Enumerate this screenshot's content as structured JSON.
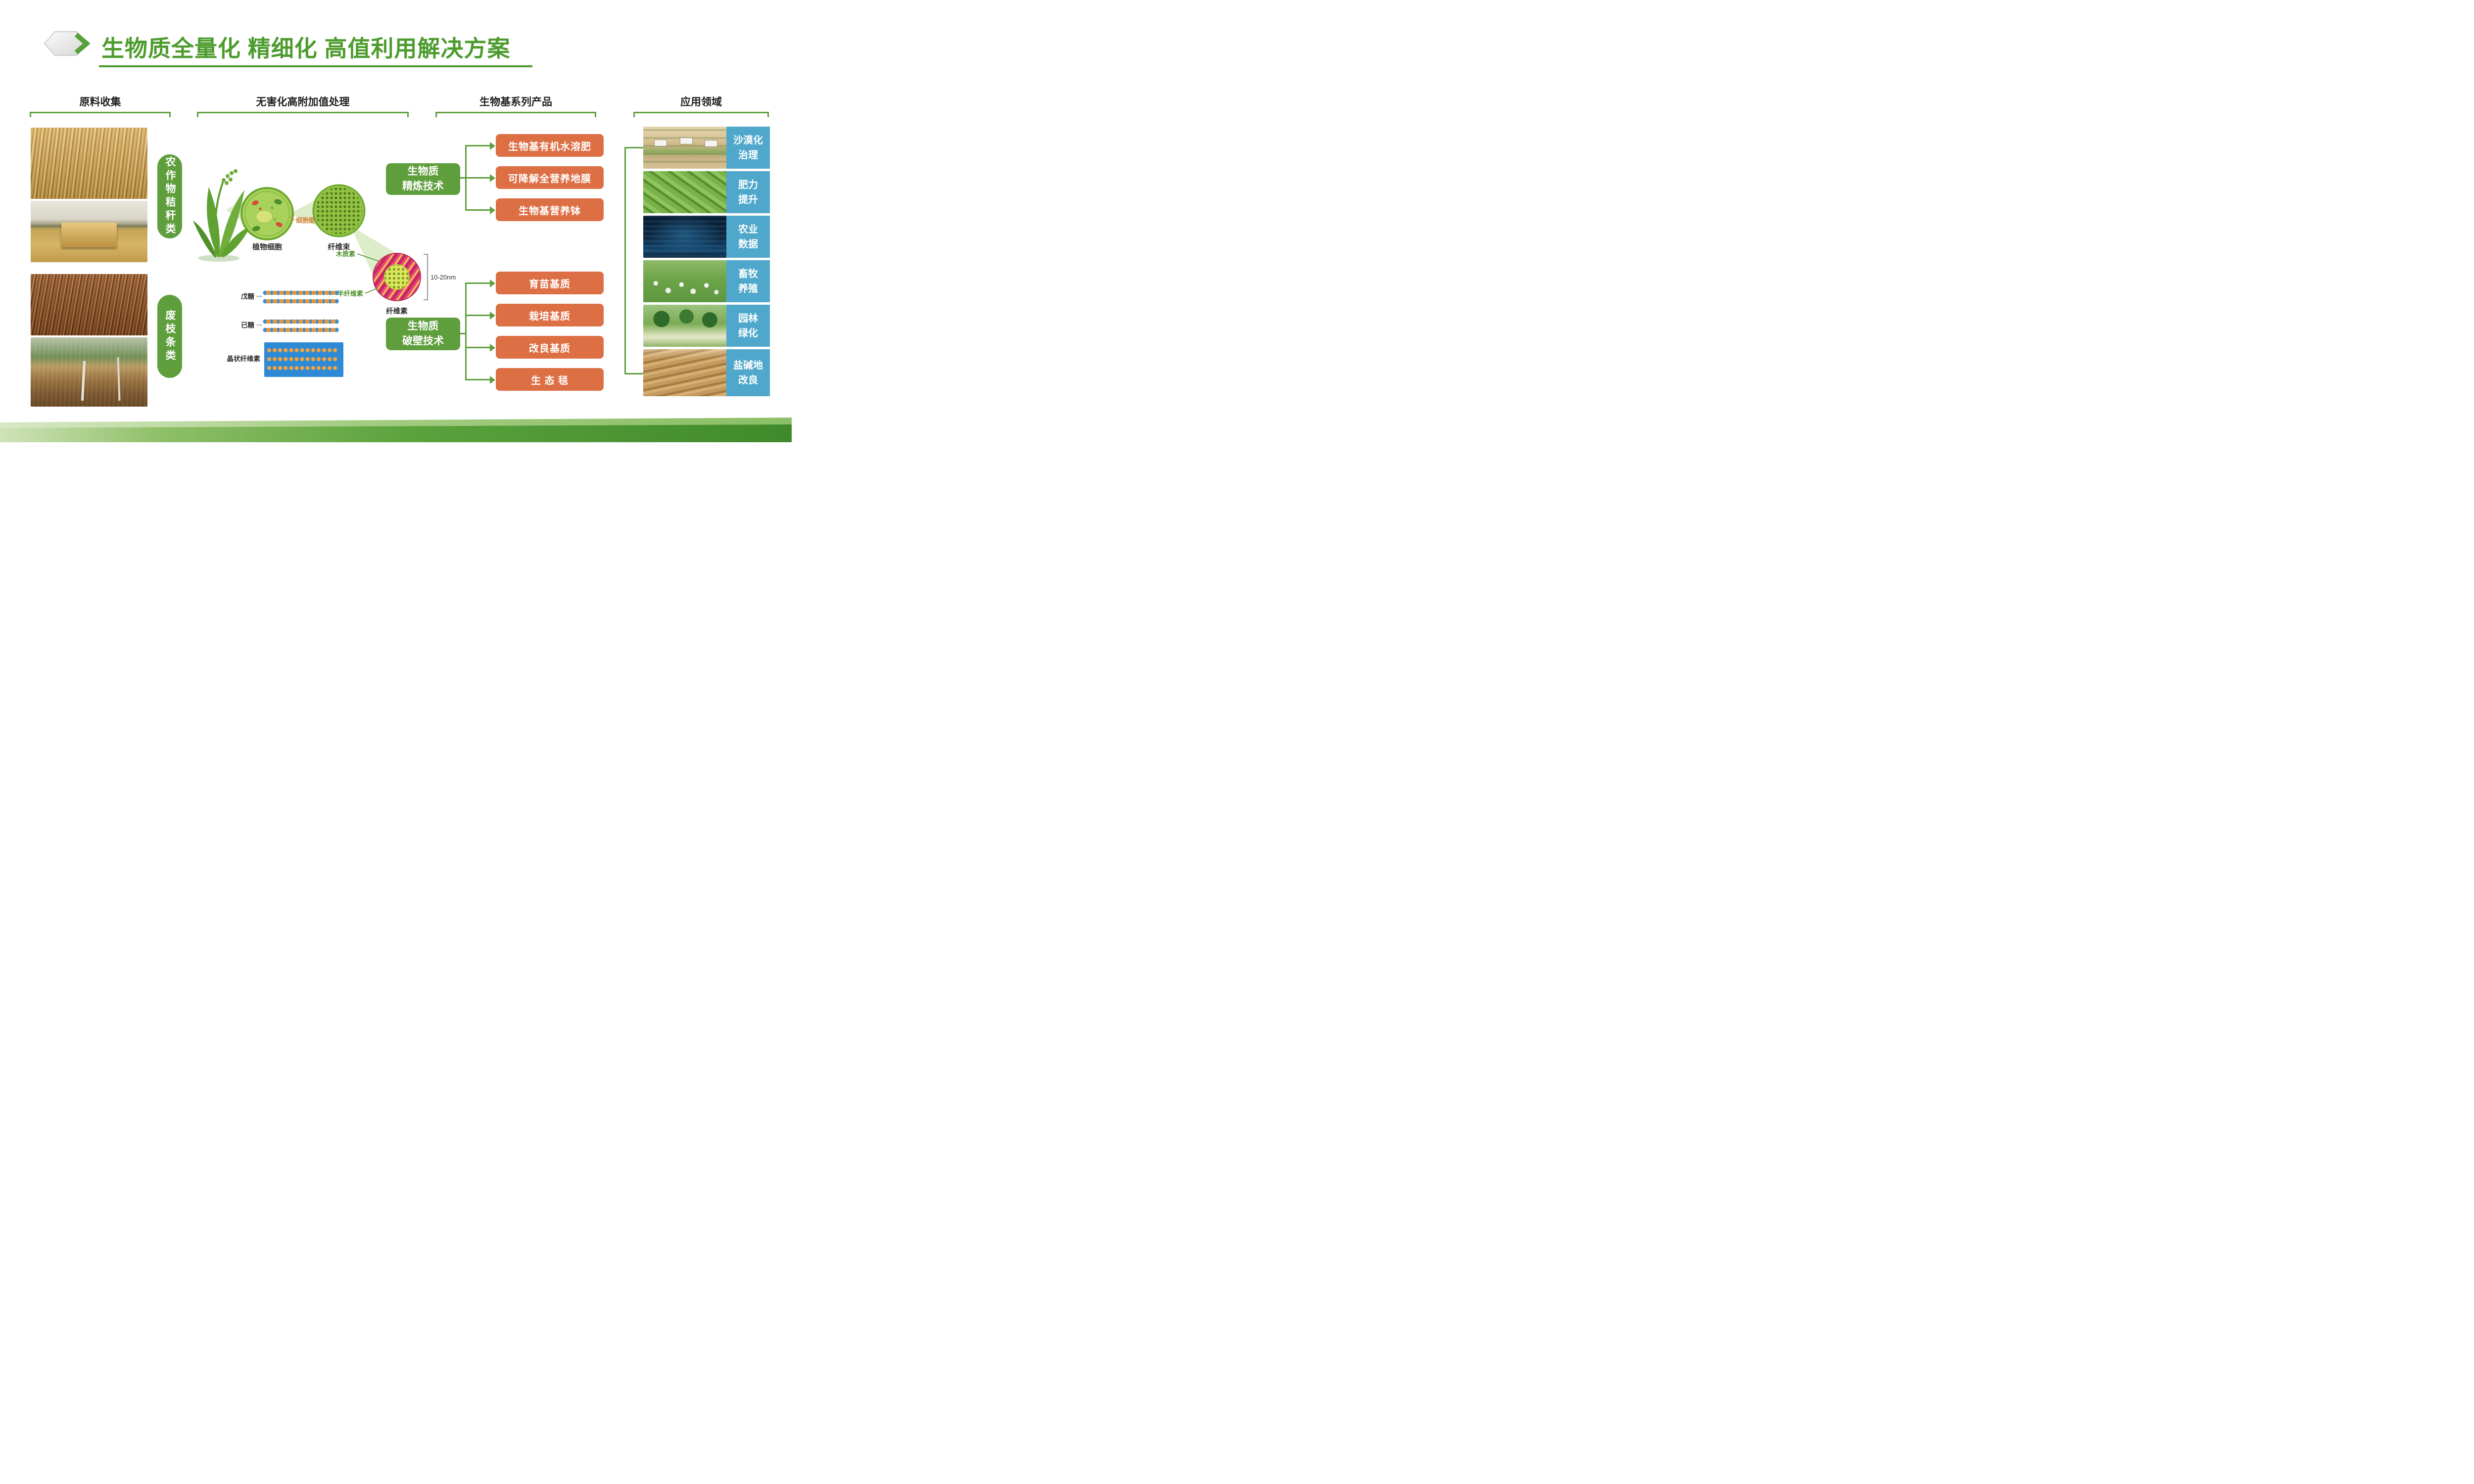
{
  "title": {
    "text": "生物质全量化 精细化 高值利用解决方案"
  },
  "colors": {
    "green": "#5f9e3d",
    "title_green": "#4c9b2d",
    "orange": "#dd6f45",
    "blue": "#4fa8cb"
  },
  "sections": {
    "collection": {
      "header": "原料收集",
      "category1": "农作物秸秆类",
      "category2": "废枝条类",
      "photos": [
        "corn-straw-field",
        "straw-bales",
        "waste-branches",
        "orchard-prunings"
      ]
    },
    "processing": {
      "header": "无害化高附加值处理",
      "plant_cell_label": "植物细胞",
      "cell_wall_label": "细胞壁",
      "fiber_bundle_label": "纤维束",
      "lignin_label": "木质素",
      "hemicellulose_label": "半纤维素",
      "cellulose_label": "纤维素",
      "diameter_label": "10-20nm",
      "pentose_label": "戊糖",
      "hexose_label": "已糖",
      "crystalline_label": "晶状纤维素"
    },
    "products": {
      "header": "生物基系列产品",
      "refining_tech": "生物质\n精炼技术",
      "refining_products": [
        "生物基有机水溶肥",
        "可降解全营养地膜",
        "生物基营养钵"
      ],
      "breaking_tech": "生物质\n破壁技术",
      "breaking_products": [
        "育苗基质",
        "栽培基质",
        "改良基质",
        "生 态 毯"
      ]
    },
    "applications": {
      "header": "应用领域",
      "items": [
        {
          "label": "沙漠化\n治理",
          "photo": "desertification-control"
        },
        {
          "label": "肥力\n提升",
          "photo": "fertility-improvement"
        },
        {
          "label": "农业\n数据",
          "photo": "agriculture-data"
        },
        {
          "label": "畜牧\n养殖",
          "photo": "livestock-breeding"
        },
        {
          "label": "园林\n绿化",
          "photo": "landscape-greening"
        },
        {
          "label": "盐碱地\n改良",
          "photo": "saline-soil-improvement"
        }
      ]
    }
  }
}
